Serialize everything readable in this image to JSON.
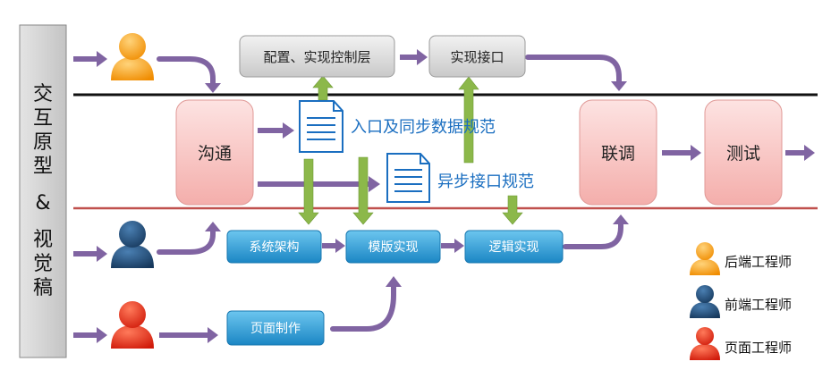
{
  "left_label": {
    "chars": [
      "交",
      "互",
      "原",
      "型",
      " ",
      "&",
      " ",
      "视",
      "觉",
      "稿"
    ]
  },
  "top_boxes": {
    "config": "配置、实现控制层",
    "interface": "实现接口"
  },
  "pink_boxes": {
    "communicate": "沟通",
    "integrate": "联调",
    "test": "测试"
  },
  "docs": {
    "entry_sync": "入口及同步数据规范",
    "async_interface": "异步接口规范"
  },
  "blue_boxes": {
    "architecture": "系统架构",
    "template": "模版实现",
    "logic": "逻辑实现",
    "page": "页面制作"
  },
  "legend": [
    {
      "label": "后端工程师",
      "color": "#f5a01a"
    },
    {
      "label": "前端工程师",
      "color": "#1f4e79"
    },
    {
      "label": "页面工程师",
      "color": "#e8281a"
    }
  ],
  "colors": {
    "purple_arrow": "#8064a2",
    "green_arrow": "#8cb84a",
    "blue_box": "#2a9fd8",
    "pink_box": "#f8c6c4",
    "gray_box": "#dcdcdc",
    "backend": "#f5a01a",
    "frontend": "#1f4e79",
    "page": "#e8281a"
  }
}
